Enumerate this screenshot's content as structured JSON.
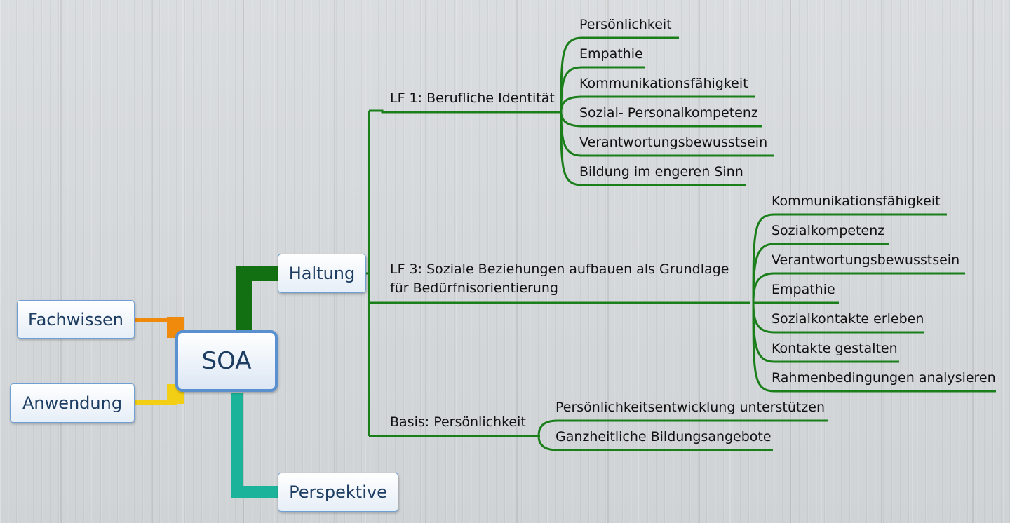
{
  "colors": {
    "green": "#1a7f1a",
    "dark_green": "#127012",
    "teal": "#1bb39a",
    "orange": "#f08a0c",
    "yellow": "#f2cf14",
    "node_border": "#6f9fd4"
  },
  "root": {
    "label": "SOA"
  },
  "left_branches": [
    {
      "label": "Fachwissen",
      "color": "orange"
    },
    {
      "label": "Anwendung",
      "color": "yellow"
    }
  ],
  "right_branches": [
    {
      "label": "Haltung",
      "color": "green"
    },
    {
      "label": "Perspektive",
      "color": "teal"
    }
  ],
  "haltung": {
    "topics": [
      {
        "label": "LF 1: Berufliche Identität",
        "items": [
          "Persönlichkeit",
          "Empathie",
          "Kommunikationsfähigkeit",
          "Sozial- Personalkompetenz",
          "Verantwortungsbewusstsein",
          "Bildung im engeren Sinn"
        ]
      },
      {
        "label": "LF 3: Soziale Beziehungen aufbauen als Grundlage für Bedürfnisorientierung",
        "items": [
          "Kommunikationsfähigkeit",
          "Sozialkompetenz",
          "Verantwortungsbewusstsein",
          "Empathie",
          "Sozialkontakte erleben",
          "Kontakte gestalten",
          "Rahmenbedingungen analysieren"
        ]
      },
      {
        "label": "Basis: Persönlichkeit",
        "items": [
          "Persönlichkeitsentwicklung unterstützen",
          "Ganzheitliche Bildungsangebote"
        ]
      }
    ]
  }
}
